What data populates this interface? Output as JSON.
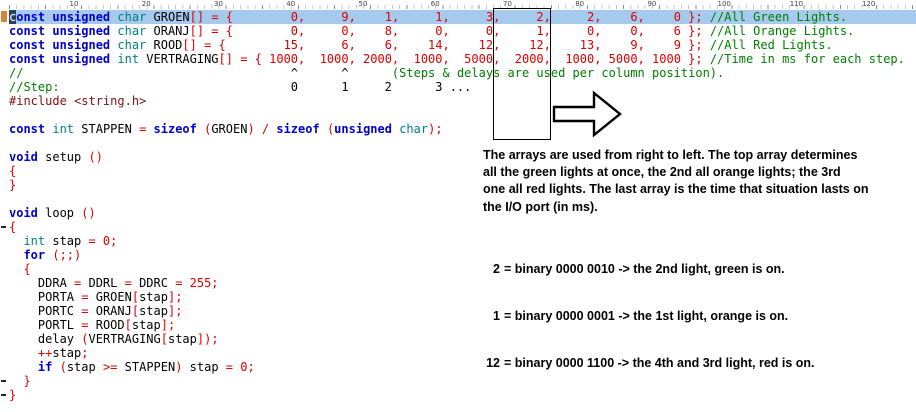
{
  "editor": {
    "ruler_numbers": [
      10,
      20,
      30,
      40,
      50,
      60,
      70,
      80,
      90,
      100,
      110,
      120
    ],
    "selected_row": 1,
    "fold_marker_rows": [
      16,
      27,
      28
    ],
    "code_lines": [
      [
        [
          "cur",
          "c"
        ],
        [
          "kw",
          "onst unsigned "
        ],
        [
          "ty",
          "char "
        ],
        [
          "id",
          "GROEN"
        ],
        [
          "r",
          "[] = {"
        ],
        [
          "r",
          "        0,     9,    1,     1,     3,     2,     2,    6,    0 };"
        ],
        [
          "cm",
          " //All Green Lights."
        ]
      ],
      [
        [
          "kw",
          "const unsigned "
        ],
        [
          "ty",
          "char "
        ],
        [
          "id",
          "ORANJ"
        ],
        [
          "r",
          "[] = {"
        ],
        [
          "r",
          "        0,     0,    8,     0,     0,     1,     0,    0,    6 };"
        ],
        [
          "cm",
          " //All Orange Lights."
        ]
      ],
      [
        [
          "kw",
          "const unsigned "
        ],
        [
          "ty",
          "char "
        ],
        [
          "id",
          "ROOD"
        ],
        [
          "r",
          "[] = {"
        ],
        [
          "r",
          "        15,     6,    6,    14,    12,    12,    13,    9,    9 };"
        ],
        [
          "cm",
          " //All Red Lights."
        ]
      ],
      [
        [
          "kw",
          "const unsigned "
        ],
        [
          "ty",
          "int "
        ],
        [
          "id",
          "VERTRAGING"
        ],
        [
          "r",
          "[] = {"
        ],
        [
          "r",
          " 1000,  1000, 2000,  1000,  5000,  2000,  1000, 5000, 1000 };"
        ],
        [
          "cm",
          " //Time in ms for each step."
        ]
      ],
      [
        [
          "cm",
          "//"
        ],
        [
          "pl",
          "                                     ^      ^      "
        ],
        [
          "cm",
          "(Steps & delays are used per column position)."
        ]
      ],
      [
        [
          "cm",
          "//Step:"
        ],
        [
          "pl",
          "                                0      1     2      3 ..."
        ]
      ],
      [
        [
          "pp",
          "#include <string.h>"
        ]
      ],
      [],
      [
        [
          "kw",
          "const "
        ],
        [
          "ty",
          "int "
        ],
        [
          "id",
          "STAPPEN "
        ],
        [
          "r",
          "= "
        ],
        [
          "kw",
          "sizeof "
        ],
        [
          "r",
          "("
        ],
        [
          "id",
          "GROEN"
        ],
        [
          "r",
          ") / "
        ],
        [
          "kw",
          "sizeof "
        ],
        [
          "r",
          "("
        ],
        [
          "kw",
          "unsigned "
        ],
        [
          "ty",
          "char"
        ],
        [
          "r",
          ");"
        ]
      ],
      [],
      [
        [
          "kw",
          "void "
        ],
        [
          "id",
          "setup "
        ],
        [
          "r",
          "()"
        ]
      ],
      [
        [
          "r",
          "{"
        ]
      ],
      [
        [
          "r",
          "}"
        ]
      ],
      [],
      [
        [
          "kw",
          "void "
        ],
        [
          "id",
          "loop "
        ],
        [
          "r",
          "()"
        ]
      ],
      [
        [
          "r",
          "{"
        ]
      ],
      [
        [
          "pl",
          "  "
        ],
        [
          "ty",
          "int "
        ],
        [
          "id",
          "stap "
        ],
        [
          "r",
          "= 0;"
        ]
      ],
      [
        [
          "pl",
          "  "
        ],
        [
          "kw",
          "for "
        ],
        [
          "r",
          "(;;)"
        ]
      ],
      [
        [
          "pl",
          "  "
        ],
        [
          "r",
          "{"
        ]
      ],
      [
        [
          "pl",
          "    "
        ],
        [
          "id",
          "DDRA "
        ],
        [
          "r",
          "= "
        ],
        [
          "id",
          "DDRL "
        ],
        [
          "r",
          "= "
        ],
        [
          "id",
          "DDRC "
        ],
        [
          "r",
          "= 255;"
        ]
      ],
      [
        [
          "pl",
          "    "
        ],
        [
          "id",
          "PORTA "
        ],
        [
          "r",
          "= "
        ],
        [
          "id",
          "GROEN"
        ],
        [
          "r",
          "["
        ],
        [
          "id",
          "stap"
        ],
        [
          "r",
          "];"
        ]
      ],
      [
        [
          "pl",
          "    "
        ],
        [
          "id",
          "PORTC "
        ],
        [
          "r",
          "= "
        ],
        [
          "id",
          "ORANJ"
        ],
        [
          "r",
          "["
        ],
        [
          "id",
          "stap"
        ],
        [
          "r",
          "];"
        ]
      ],
      [
        [
          "pl",
          "    "
        ],
        [
          "id",
          "PORTL "
        ],
        [
          "r",
          "= "
        ],
        [
          "id",
          "ROOD"
        ],
        [
          "r",
          "["
        ],
        [
          "id",
          "stap"
        ],
        [
          "r",
          "];"
        ]
      ],
      [
        [
          "pl",
          "    "
        ],
        [
          "id",
          "delay "
        ],
        [
          "r",
          "("
        ],
        [
          "id",
          "VERTRAGING"
        ],
        [
          "r",
          "["
        ],
        [
          "id",
          "stap"
        ],
        [
          "r",
          "]);"
        ]
      ],
      [
        [
          "pl",
          "    "
        ],
        [
          "r",
          "++"
        ],
        [
          "id",
          "stap"
        ],
        [
          "r",
          ";"
        ]
      ],
      [
        [
          "pl",
          "    "
        ],
        [
          "kw",
          "if "
        ],
        [
          "r",
          "("
        ],
        [
          "id",
          "stap "
        ],
        [
          "r",
          ">= "
        ],
        [
          "id",
          "STAPPEN"
        ],
        [
          "r",
          ") "
        ],
        [
          "id",
          "stap "
        ],
        [
          "r",
          "= 0;"
        ]
      ],
      [
        [
          "pl",
          "  "
        ],
        [
          "r",
          "}"
        ]
      ],
      [
        [
          "r",
          "}"
        ]
      ]
    ]
  },
  "annotation": {
    "paragraph_lines": [
      "The arrays are used from right to left. The top array determines",
      "all the green lights at once, the 2nd all orange lights; the 3rd",
      "one all red lights. The last array is the time that situation lasts on",
      "the I/O port (in ms)."
    ],
    "binary_lines": [
      {
        "value": "2",
        "text": "= binary 0000 0010 -> the 2nd light, green is on."
      },
      {
        "value": "1",
        "text": "= binary 0000 0001 -> the 1st light, orange is on."
      },
      {
        "value": "12",
        "text": "= binary 0000 1100 -> the 4th and 3rd light, red is on."
      }
    ]
  },
  "colors": {
    "kw": "#0000cc",
    "ty": "#008080",
    "red": "#dd0000",
    "cm": "#007f00",
    "pp": "#7f1010",
    "sel": "#a6caee",
    "cur": "#27445e",
    "bm": "#d4873c"
  }
}
